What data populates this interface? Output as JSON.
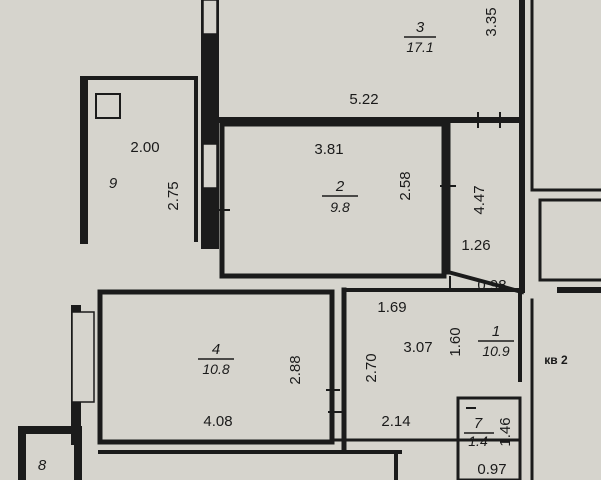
{
  "plan": {
    "background": "#d6d4cd",
    "wall_color": "#1b1b1b",
    "rooms": [
      {
        "id": "room-3",
        "number": "3",
        "area": "17.1",
        "dims": [
          "5.22",
          "3.35"
        ]
      },
      {
        "id": "room-9",
        "number": "9",
        "dims": [
          "2.00",
          "2.75"
        ]
      },
      {
        "id": "room-2",
        "number": "2",
        "area": "9.8",
        "dims": [
          "3.81",
          "2.58"
        ]
      },
      {
        "id": "room-4",
        "number": "4",
        "area": "10.8",
        "dims": [
          "4.08",
          "2.88"
        ]
      },
      {
        "id": "room-1",
        "number": "1",
        "area": "10.9",
        "dims": [
          "1.69",
          "2.70",
          "3.07",
          "1.60",
          "2.14",
          "1.26",
          "0.98",
          "4.47"
        ]
      },
      {
        "id": "room-7",
        "number": "7",
        "area": "1.4",
        "dims": [
          "1.46",
          "0.97"
        ]
      },
      {
        "id": "room-8",
        "number": "8"
      }
    ],
    "apartment_label": "кв 2"
  }
}
